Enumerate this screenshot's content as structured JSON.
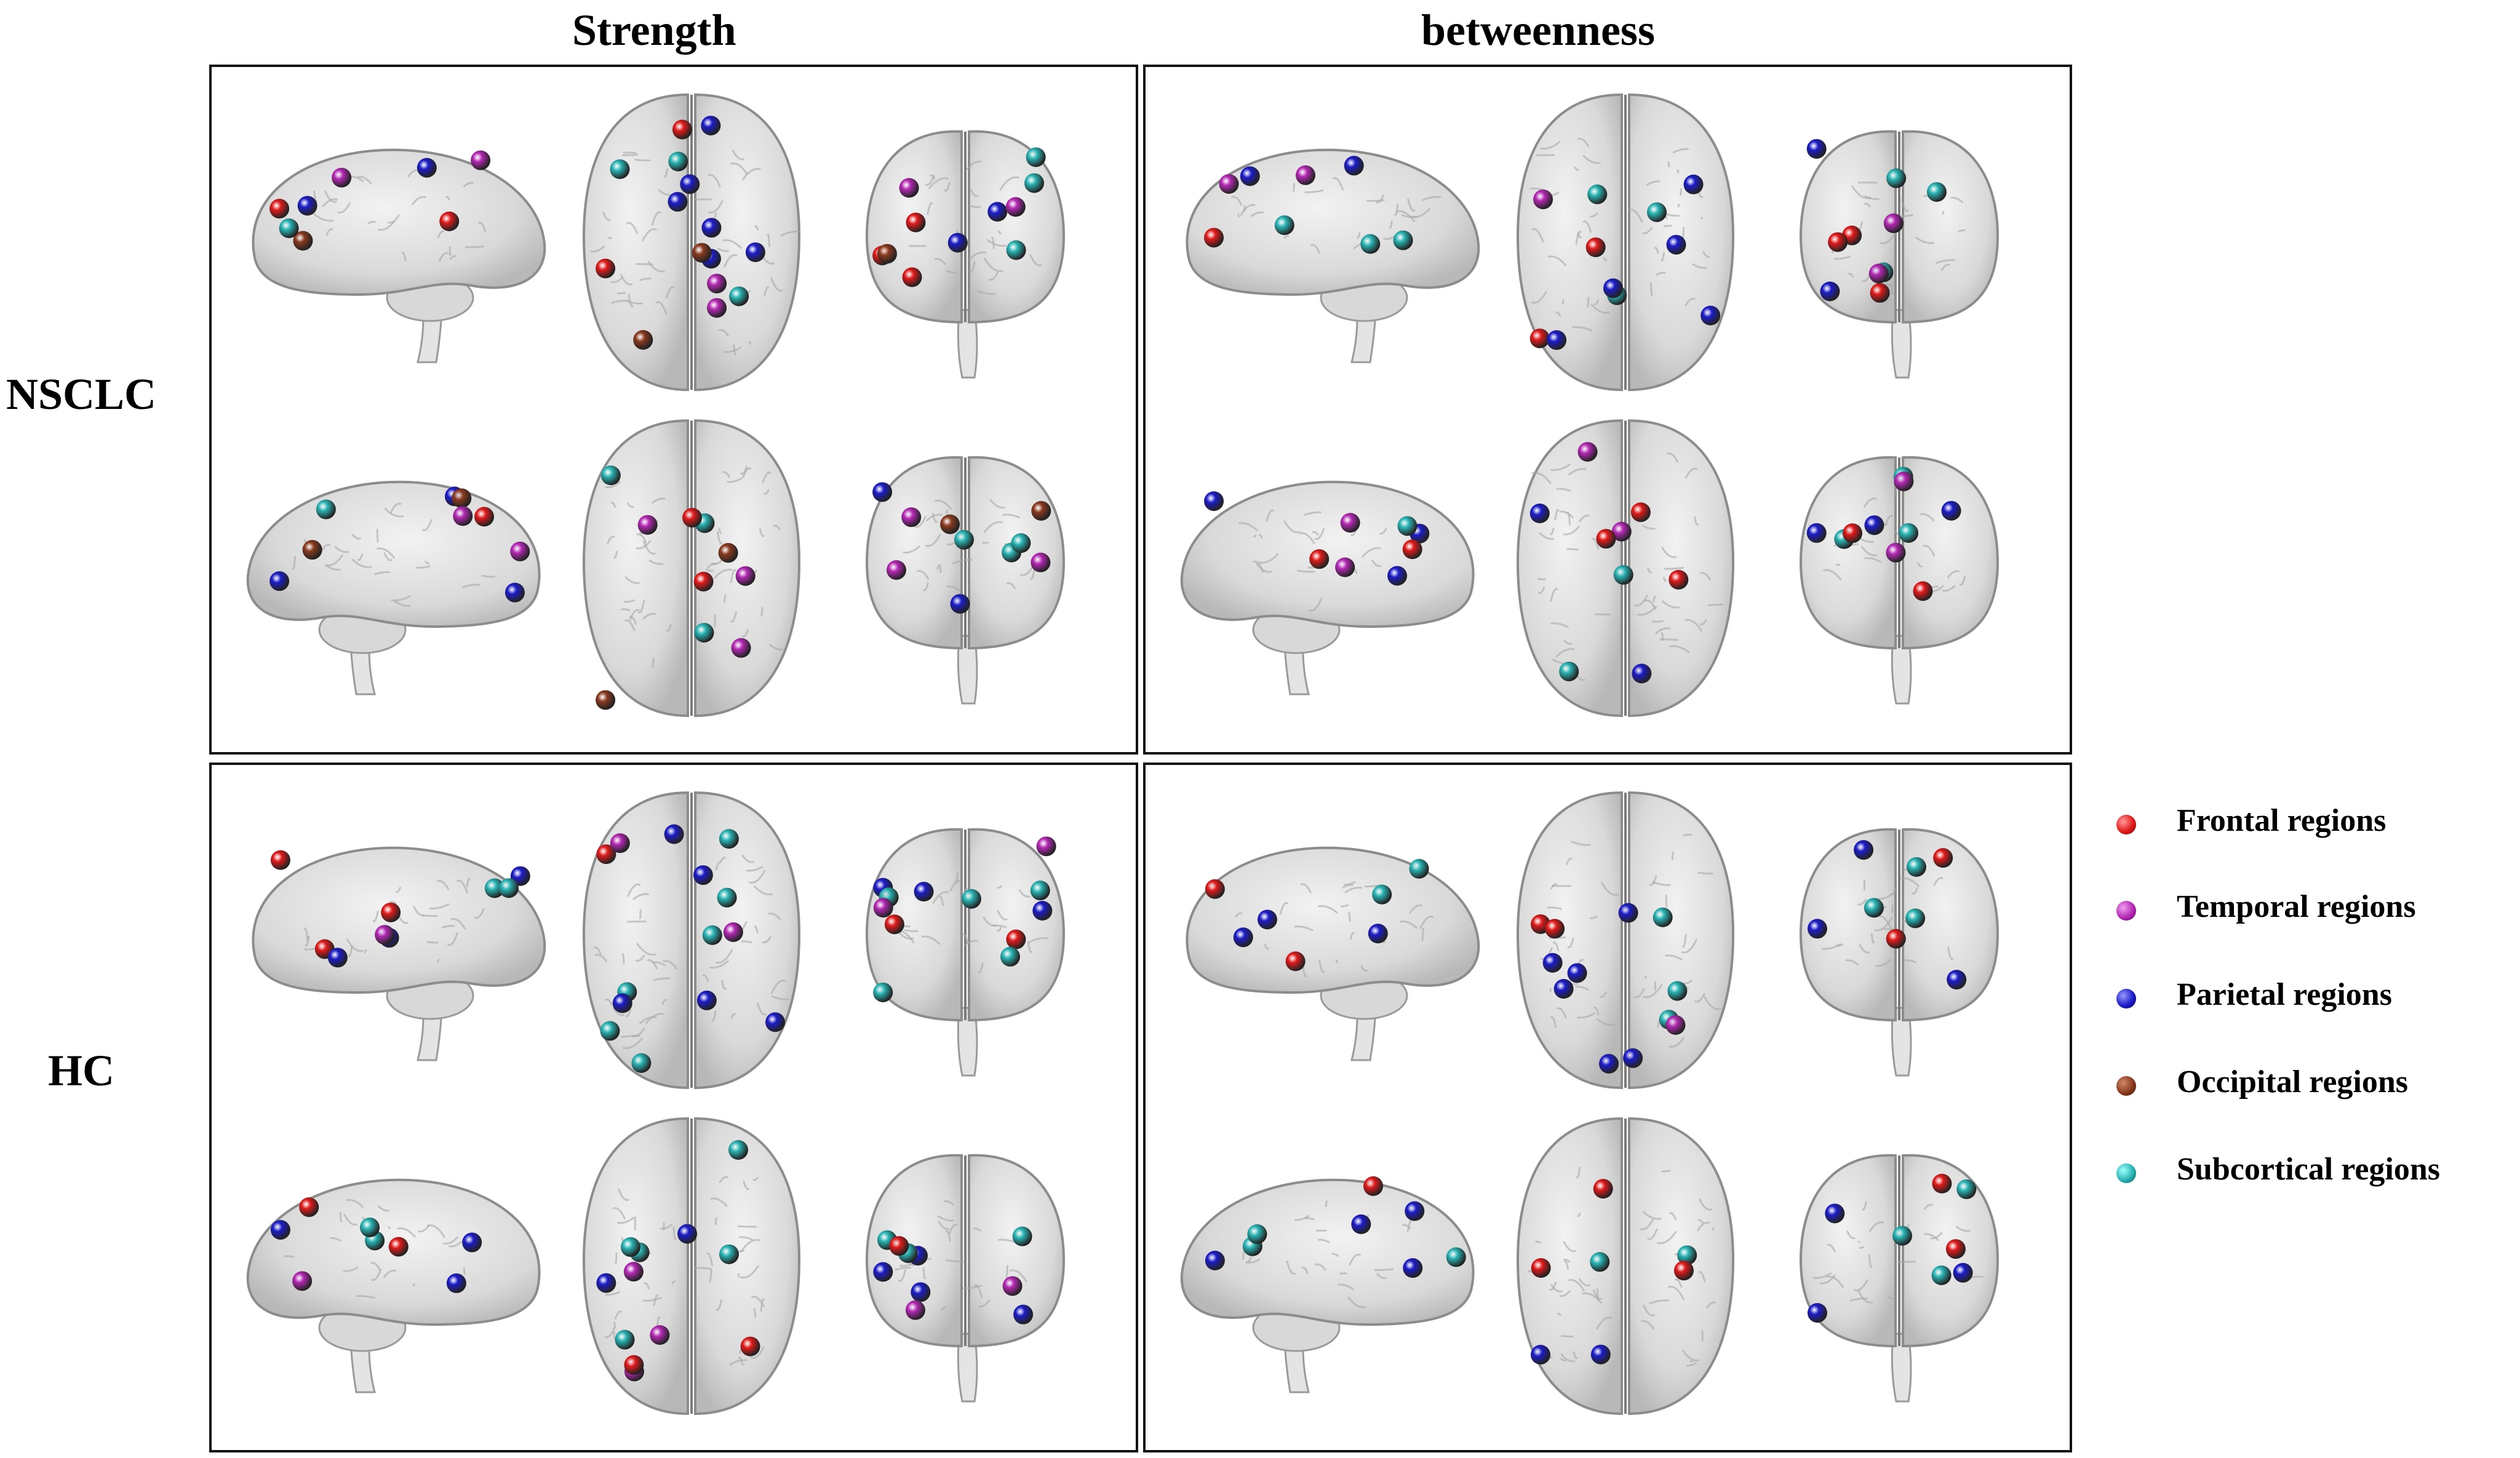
{
  "column_titles": [
    "Strength",
    "betweenness"
  ],
  "row_labels": [
    "NSCLC",
    "HC"
  ],
  "legend": [
    {
      "label": "Frontal regions",
      "color": "#e01a1a",
      "key": "F"
    },
    {
      "label": "Temporal regions",
      "color": "#b428b4",
      "key": "T"
    },
    {
      "label": "Parietal regions",
      "color": "#1c1cc8",
      "key": "P"
    },
    {
      "label": "Occipital regions",
      "color": "#8a3a1e",
      "key": "O"
    },
    {
      "label": "Subcortical regions",
      "color": "#2ab4b4",
      "key": "S"
    }
  ],
  "panels": [
    {
      "group": "NSCLC",
      "measure": "Strength",
      "views": {
        "left": [
          {
            "r": "F",
            "n": 2
          },
          {
            "r": "P",
            "n": 2
          },
          {
            "r": "O",
            "n": 1
          },
          {
            "r": "S",
            "n": 1
          },
          {
            "r": "T",
            "n": 2
          }
        ],
        "top": [
          {
            "r": "F",
            "n": 2
          },
          {
            "r": "T",
            "n": 2
          },
          {
            "r": "S",
            "n": 3
          },
          {
            "r": "P",
            "n": 6
          },
          {
            "r": "O",
            "n": 2
          }
        ],
        "front": [
          {
            "r": "F",
            "n": 3
          },
          {
            "r": "P",
            "n": 2
          },
          {
            "r": "S",
            "n": 3
          },
          {
            "r": "T",
            "n": 2
          },
          {
            "r": "O",
            "n": 1
          }
        ],
        "right": [
          {
            "r": "P",
            "n": 3
          },
          {
            "r": "O",
            "n": 2
          },
          {
            "r": "S",
            "n": 1
          },
          {
            "r": "T",
            "n": 2
          },
          {
            "r": "F",
            "n": 1
          }
        ],
        "bottom": [
          {
            "r": "O",
            "n": 2
          },
          {
            "r": "T",
            "n": 3
          },
          {
            "r": "S",
            "n": 3
          },
          {
            "r": "F",
            "n": 2
          }
        ],
        "back": [
          {
            "r": "P",
            "n": 2
          },
          {
            "r": "S",
            "n": 3
          },
          {
            "r": "O",
            "n": 2
          },
          {
            "r": "T",
            "n": 3
          }
        ]
      }
    },
    {
      "group": "NSCLC",
      "measure": "betweenness",
      "views": {
        "left": [
          {
            "r": "F",
            "n": 1
          },
          {
            "r": "P",
            "n": 2
          },
          {
            "r": "S",
            "n": 3
          },
          {
            "r": "T",
            "n": 2
          }
        ],
        "top": [
          {
            "r": "F",
            "n": 2
          },
          {
            "r": "S",
            "n": 3
          },
          {
            "r": "T",
            "n": 1
          },
          {
            "r": "P",
            "n": 5
          }
        ],
        "front": [
          {
            "r": "P",
            "n": 2
          },
          {
            "r": "F",
            "n": 3
          },
          {
            "r": "S",
            "n": 3
          },
          {
            "r": "T",
            "n": 2
          }
        ],
        "right": [
          {
            "r": "P",
            "n": 3
          },
          {
            "r": "F",
            "n": 2
          },
          {
            "r": "S",
            "n": 1
          },
          {
            "r": "T",
            "n": 2
          }
        ],
        "bottom": [
          {
            "r": "P",
            "n": 2
          },
          {
            "r": "T",
            "n": 2
          },
          {
            "r": "S",
            "n": 2
          },
          {
            "r": "F",
            "n": 3
          }
        ],
        "back": [
          {
            "r": "P",
            "n": 3
          },
          {
            "r": "S",
            "n": 3
          },
          {
            "r": "F",
            "n": 2
          },
          {
            "r": "T",
            "n": 2
          }
        ]
      }
    },
    {
      "group": "HC",
      "measure": "Strength",
      "views": {
        "left": [
          {
            "r": "F",
            "n": 3
          },
          {
            "r": "P",
            "n": 3
          },
          {
            "r": "S",
            "n": 2
          },
          {
            "r": "T",
            "n": 1
          }
        ],
        "top": [
          {
            "r": "F",
            "n": 1
          },
          {
            "r": "S",
            "n": 6
          },
          {
            "r": "P",
            "n": 5
          },
          {
            "r": "T",
            "n": 2
          }
        ],
        "front": [
          {
            "r": "P",
            "n": 3
          },
          {
            "r": "F",
            "n": 2
          },
          {
            "r": "S",
            "n": 5
          },
          {
            "r": "T",
            "n": 2
          }
        ],
        "right": [
          {
            "r": "P",
            "n": 3
          },
          {
            "r": "F",
            "n": 2
          },
          {
            "r": "S",
            "n": 2
          },
          {
            "r": "T",
            "n": 1
          }
        ],
        "bottom": [
          {
            "r": "P",
            "n": 2
          },
          {
            "r": "T",
            "n": 3
          },
          {
            "r": "S",
            "n": 5
          },
          {
            "r": "F",
            "n": 2
          }
        ],
        "back": [
          {
            "r": "P",
            "n": 4
          },
          {
            "r": "S",
            "n": 3
          },
          {
            "r": "T",
            "n": 2
          },
          {
            "r": "F",
            "n": 1
          }
        ]
      }
    },
    {
      "group": "HC",
      "measure": "betweenness",
      "views": {
        "left": [
          {
            "r": "F",
            "n": 2
          },
          {
            "r": "P",
            "n": 3
          },
          {
            "r": "S",
            "n": 2
          }
        ],
        "top": [
          {
            "r": "F",
            "n": 2
          },
          {
            "r": "S",
            "n": 3
          },
          {
            "r": "P",
            "n": 6
          },
          {
            "r": "T",
            "n": 1
          }
        ],
        "front": [
          {
            "r": "P",
            "n": 3
          },
          {
            "r": "F",
            "n": 2
          },
          {
            "r": "S",
            "n": 3
          }
        ],
        "right": [
          {
            "r": "P",
            "n": 4
          },
          {
            "r": "S",
            "n": 3
          },
          {
            "r": "F",
            "n": 1
          }
        ],
        "bottom": [
          {
            "r": "P",
            "n": 2
          },
          {
            "r": "S",
            "n": 2
          },
          {
            "r": "F",
            "n": 3
          }
        ],
        "back": [
          {
            "r": "P",
            "n": 3
          },
          {
            "r": "S",
            "n": 3
          },
          {
            "r": "F",
            "n": 2
          }
        ]
      }
    }
  ]
}
